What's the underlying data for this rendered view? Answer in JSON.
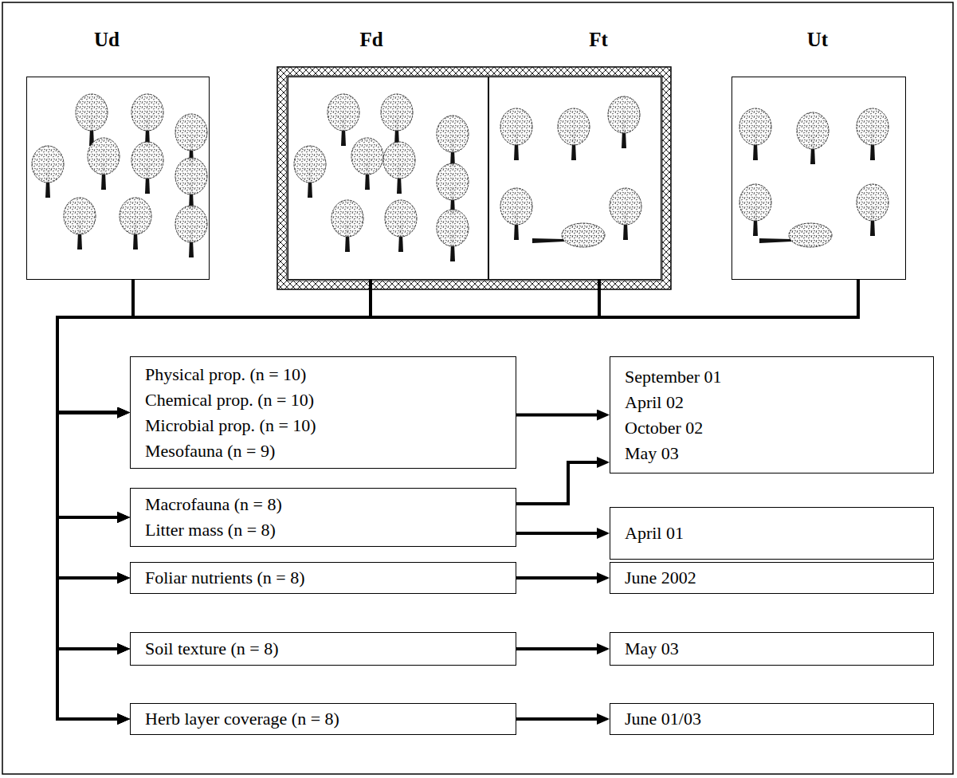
{
  "diagram": {
    "nodes": [
      {
        "text": [
          "Ud"
        ]
      },
      {
        "text": [
          "Fd"
        ]
      },
      {
        "text": [
          "Ft"
        ]
      },
      {
        "text": [
          "Ut"
        ]
      },
      {
        "text": [
          "Physical prop. (n = 10)",
          "Chemical prop. (n = 10)",
          "Microbial prop. (n = 10)",
          "Mesofauna (n = 9)"
        ]
      },
      {
        "text": [
          "September 01",
          "April 02",
          "October 02",
          "May 03"
        ]
      },
      {
        "text": [
          "Macrofauna (n = 8)",
          "Litter mass (n = 8)"
        ]
      },
      {
        "text": [
          "April 01"
        ]
      },
      {
        "text": [
          "Foliar nutrients (n = 8)"
        ]
      },
      {
        "text": [
          "June 2002"
        ]
      },
      {
        "text": [
          "Soil texture (n = 8)"
        ]
      },
      {
        "text": [
          "May 03"
        ]
      },
      {
        "text": [
          "Herb layer coverage (n = 8)"
        ]
      },
      {
        "text": [
          "June 01/03"
        ]
      }
    ],
    "edges": [
      {
        "from": 0,
        "to": 4,
        "arrow": "to"
      },
      {
        "from": 0,
        "to": 6,
        "arrow": "to"
      },
      {
        "from": 0,
        "to": 8,
        "arrow": "to"
      },
      {
        "from": 0,
        "to": 10,
        "arrow": "to"
      },
      {
        "from": 0,
        "to": 12,
        "arrow": "to"
      },
      {
        "from": 1,
        "to": 4,
        "arrow": "to"
      },
      {
        "from": 1,
        "to": 6,
        "arrow": "to"
      },
      {
        "from": 1,
        "to": 8,
        "arrow": "to"
      },
      {
        "from": 1,
        "to": 10,
        "arrow": "to"
      },
      {
        "from": 1,
        "to": 12,
        "arrow": "to"
      },
      {
        "from": 2,
        "to": 4,
        "arrow": "to"
      },
      {
        "from": 2,
        "to": 6,
        "arrow": "to"
      },
      {
        "from": 2,
        "to": 8,
        "arrow": "to"
      },
      {
        "from": 2,
        "to": 10,
        "arrow": "to"
      },
      {
        "from": 2,
        "to": 12,
        "arrow": "to"
      },
      {
        "from": 3,
        "to": 4,
        "arrow": "to"
      },
      {
        "from": 3,
        "to": 6,
        "arrow": "to"
      },
      {
        "from": 3,
        "to": 8,
        "arrow": "to"
      },
      {
        "from": 3,
        "to": 10,
        "arrow": "to"
      },
      {
        "from": 3,
        "to": 12,
        "arrow": "to"
      },
      {
        "from": 4,
        "to": 5,
        "arrow": "to"
      },
      {
        "from": 6,
        "to": 5,
        "arrow": "to"
      },
      {
        "from": 6,
        "to": 7,
        "arrow": "to"
      },
      {
        "from": 8,
        "to": 9,
        "arrow": "to"
      },
      {
        "from": 10,
        "to": 11,
        "arrow": "to"
      },
      {
        "from": 12,
        "to": 13,
        "arrow": "to"
      }
    ]
  }
}
